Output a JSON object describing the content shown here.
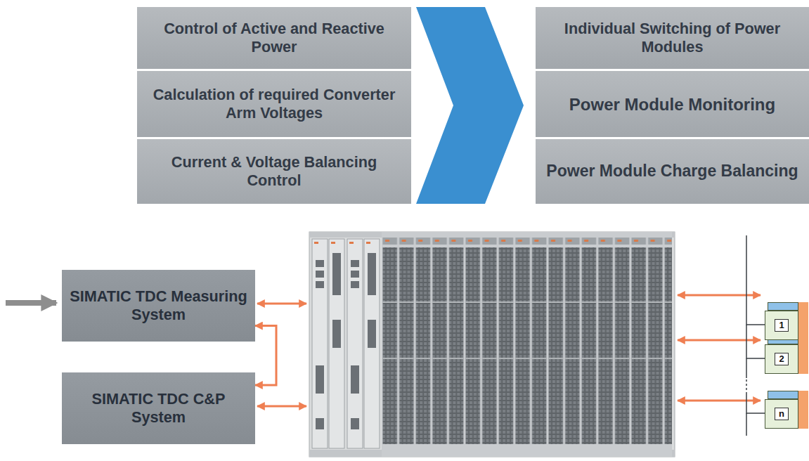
{
  "diagram": {
    "nodes": [
      {
        "text": [
          "Control of Active and Reactive Power"
        ]
      },
      {
        "text": [
          "Calculation of required Converter Arm Voltages"
        ]
      },
      {
        "text": [
          "Current & Voltage Balancing Control"
        ]
      },
      {
        "text": [
          "Individual Switching of Power Modules"
        ]
      },
      {
        "text": [
          "Power Module Monitoring"
        ]
      },
      {
        "text": [
          "Power Module Charge Balancing"
        ]
      },
      {
        "text": [
          "SIMATIC TDC Measuring System"
        ]
      },
      {
        "text": [
          "SIMATIC TDC C&P System"
        ]
      },
      {
        "text": [
          "1"
        ]
      },
      {
        "text": [
          "2"
        ]
      },
      {
        "text": [
          "n"
        ]
      }
    ],
    "edges": [
      {
        "from": 6,
        "to": 7,
        "arrow": "both"
      }
    ]
  }
}
